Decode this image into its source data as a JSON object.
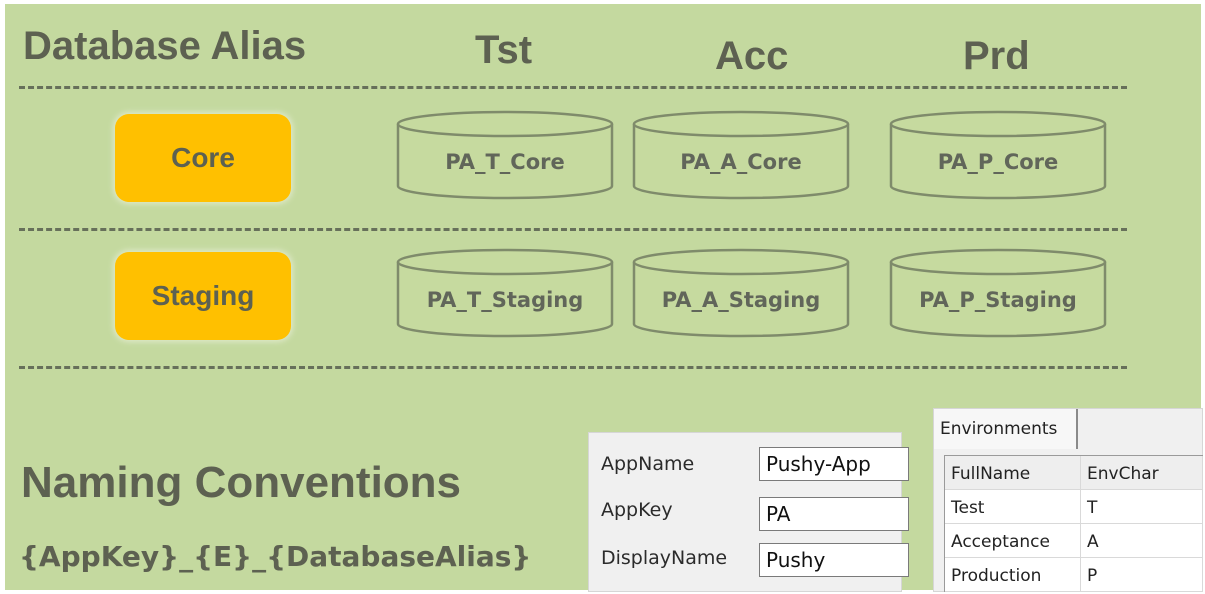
{
  "headers": {
    "alias": "Database Alias",
    "tst": "Tst",
    "acc": "Acc",
    "prd": "Prd"
  },
  "aliases": [
    "Core",
    "Staging"
  ],
  "databases": {
    "core": [
      "PA_T_Core",
      "PA_A_Core",
      "PA_P_Core"
    ],
    "staging": [
      "PA_T_Staging",
      "PA_A_Staging",
      "PA_P_Staging"
    ]
  },
  "naming": {
    "title": "Naming Conventions",
    "pattern": "{AppKey}_{E}_{DatabaseAlias}"
  },
  "app_fields": [
    {
      "label": "AppName",
      "value": "Pushy-App"
    },
    {
      "label": "AppKey",
      "value": "PA"
    },
    {
      "label": "DisplayName",
      "value": "Pushy"
    }
  ],
  "environments": {
    "tab": "Environments",
    "columns": [
      "FullName",
      "EnvChar"
    ],
    "rows": [
      [
        "Test",
        "T"
      ],
      [
        "Acceptance",
        "A"
      ],
      [
        "Production",
        "P"
      ]
    ]
  },
  "colors": {
    "background": "#c4d99f",
    "alias_box": "#ffc000",
    "text": "#5d6151",
    "db_fill": "#c6da9f",
    "db_stroke": "#7f8b6b"
  }
}
